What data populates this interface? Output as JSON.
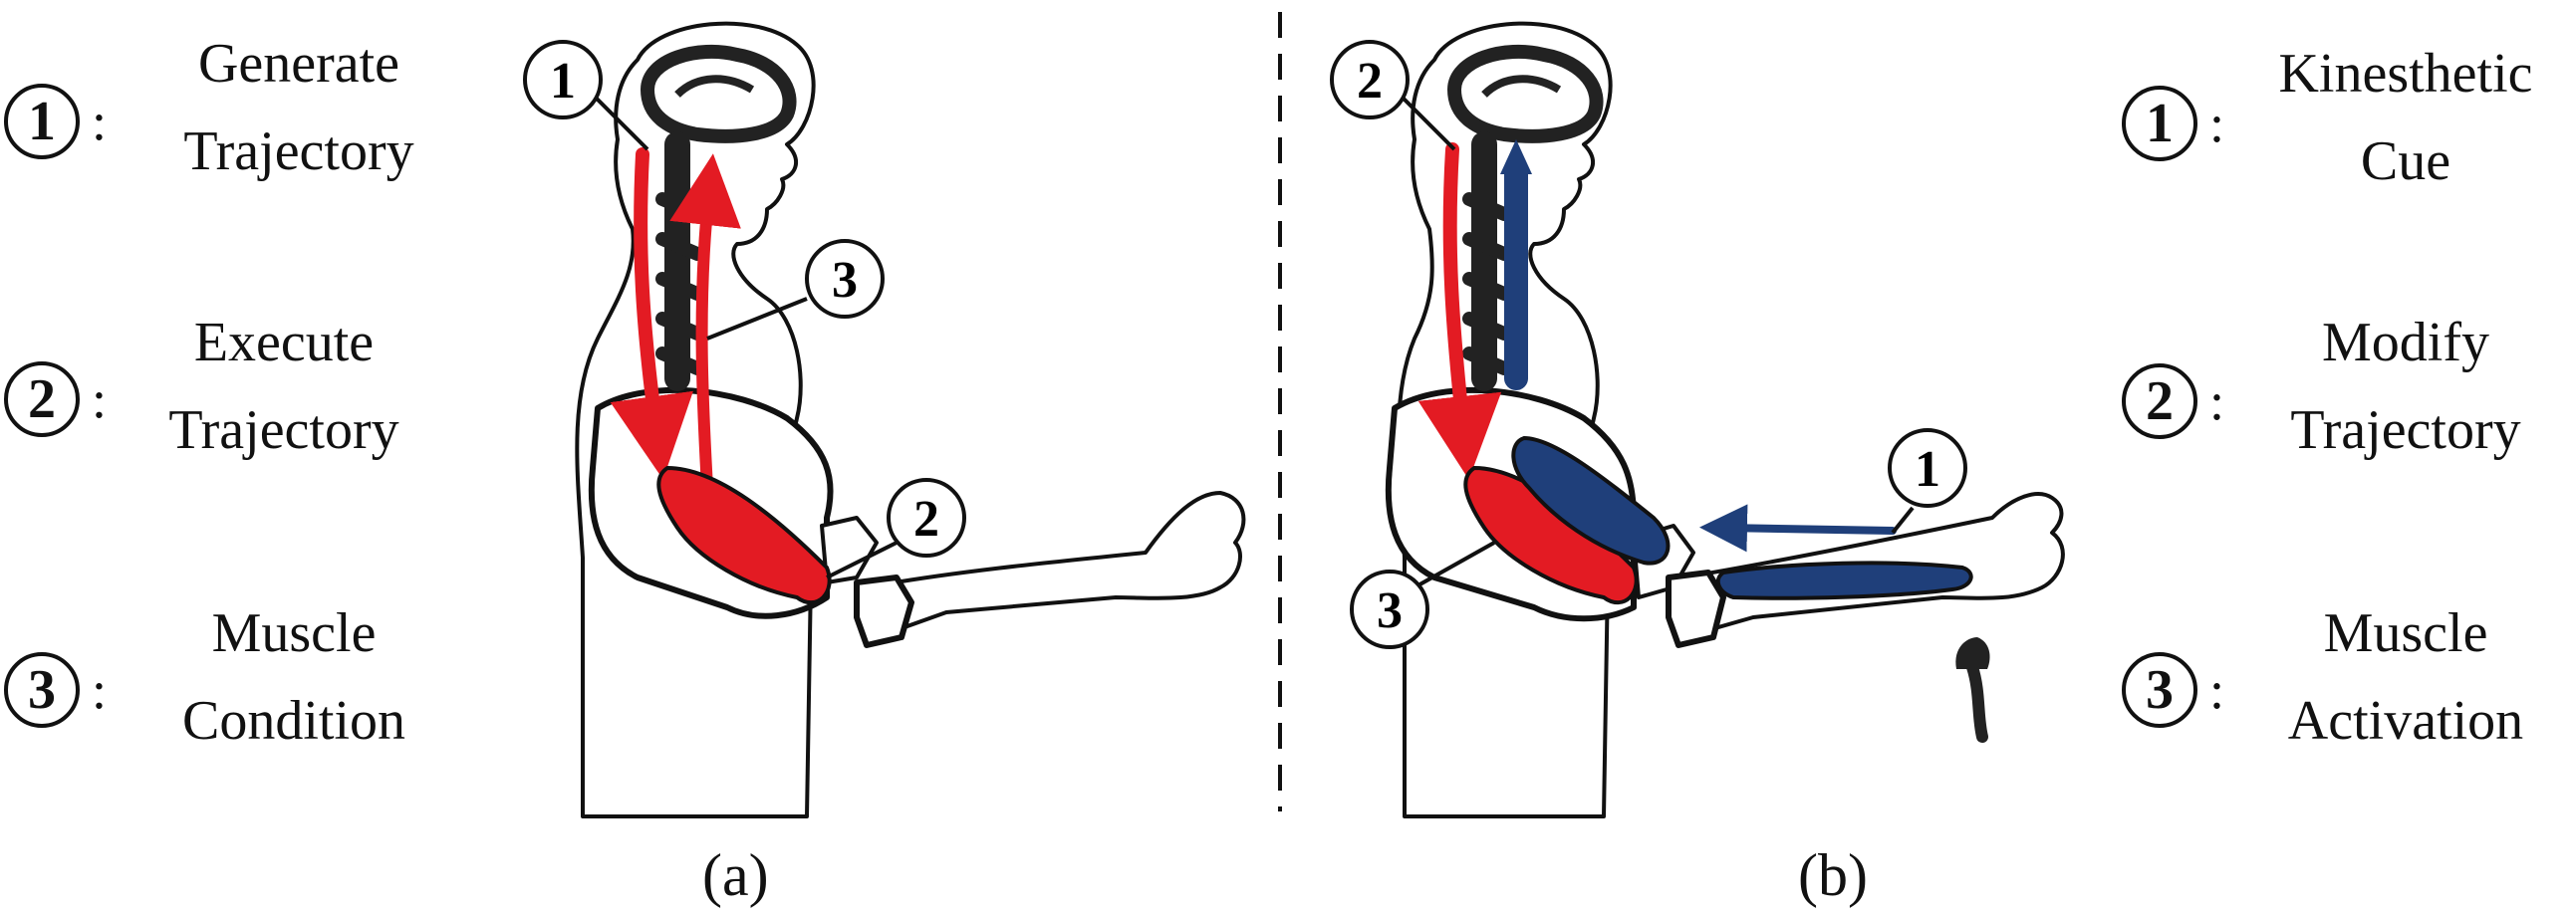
{
  "panel_a": {
    "legend": [
      {
        "number": "1",
        "line1": "Generate",
        "line2": "Trajectory"
      },
      {
        "number": "2",
        "line1": "Execute",
        "line2": "Trajectory"
      },
      {
        "number": "3",
        "line1": "Muscle",
        "line2": "Condition"
      }
    ],
    "callouts": [
      "1",
      "2",
      "3"
    ],
    "caption": "(a)",
    "signal_color": "#e31b23"
  },
  "panel_b": {
    "legend": [
      {
        "number": "1",
        "line1": "Kinesthetic",
        "line2": "Cue"
      },
      {
        "number": "2",
        "line1": "Modify",
        "line2": "Trajectory"
      },
      {
        "number": "3",
        "line1": "Muscle",
        "line2": "Activation"
      }
    ],
    "callouts": [
      "2",
      "1",
      "3"
    ],
    "caption": "(b)",
    "signal_color": "#e31b23",
    "feedback_color": "#1f3f7a"
  }
}
